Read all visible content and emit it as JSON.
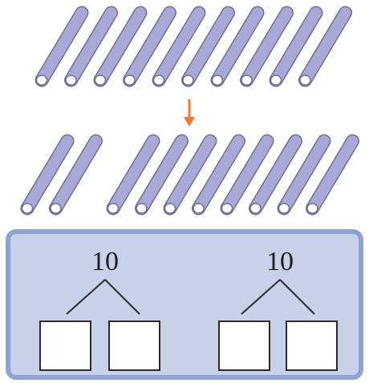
{
  "colors": {
    "stick_fill": "#a9a9d8",
    "stick_outline": "#6e6e96",
    "stick_end": "#ffffff",
    "arrow": "#f07830",
    "panel_fill": "#c8d0ea",
    "panel_border": "#8fa3d3"
  },
  "top_row": {
    "stick_count": 10
  },
  "arrow": {
    "icon": "down-arrow"
  },
  "bottom_row": {
    "groups": [
      2,
      8
    ]
  },
  "panel": {
    "trees": [
      {
        "number": "10",
        "boxes": 2
      },
      {
        "number": "10",
        "boxes": 2
      }
    ]
  }
}
